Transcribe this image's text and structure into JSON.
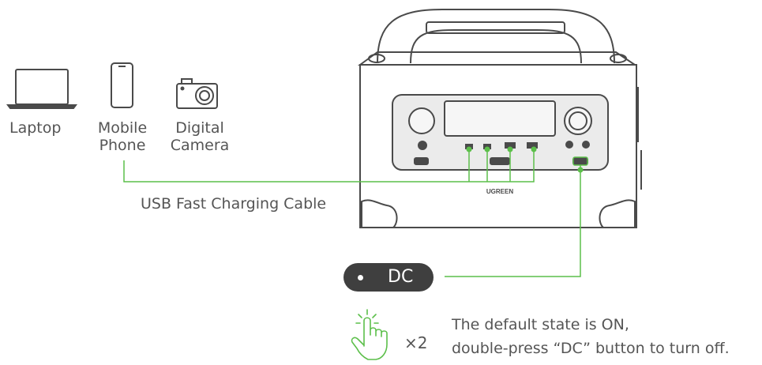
{
  "devices": {
    "laptop": "Laptop",
    "phone_line1": "Mobile",
    "phone_line2": "Phone",
    "camera_line1": "Digital",
    "camera_line2": "Camera"
  },
  "cable_label": "USB Fast Charging Cable",
  "brand": "UGREEN",
  "dc_button_label": "DC",
  "press_count": "×2",
  "instruction_line1": "The default state is ON,",
  "instruction_line2": "double-press “DC” button to turn off.",
  "colors": {
    "accent_green": "#5cbf4a",
    "outline": "#4a4a4a",
    "pill": "#3f3f3f"
  },
  "icons": [
    "laptop-icon",
    "phone-icon",
    "camera-icon",
    "hand-tap-icon"
  ]
}
